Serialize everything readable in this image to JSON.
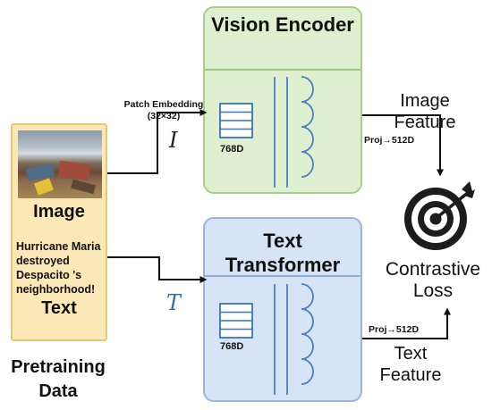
{
  "data_panel": {
    "image_label": "Image",
    "caption": "Hurricane Maria destroyed Despacito 's neighborhood!",
    "text_label": "Text"
  },
  "pretraining_label": "Pretraining Data",
  "patch_embedding": {
    "label": "Patch Embedding",
    "size": "(32×32)"
  },
  "symbols": {
    "image": "I",
    "text": "T"
  },
  "vision_encoder": {
    "title": "Vision Encoder",
    "dim": "768D",
    "color": "#dff0d0"
  },
  "text_transformer": {
    "title": "Text Transformer",
    "dim": "768D",
    "color": "#d6e4f5"
  },
  "projection": {
    "image": "Proj→512D",
    "text": "Proj→512D"
  },
  "image_feature": "Image Feature",
  "text_feature": "Text Feature",
  "loss": {
    "label": "Contrastive Loss",
    "icon": "target-icon"
  }
}
